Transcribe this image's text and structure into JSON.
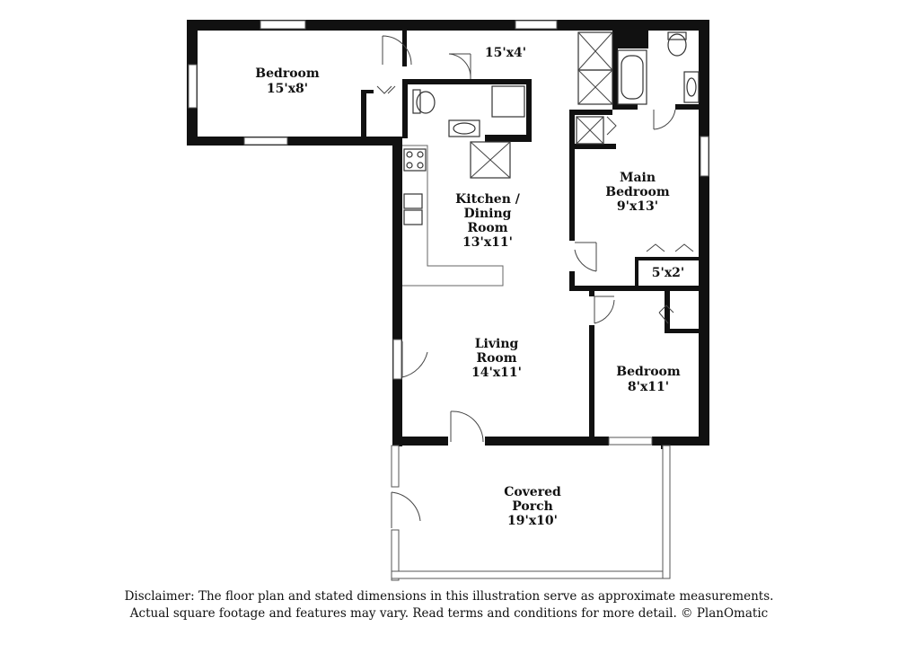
{
  "rooms": {
    "bedroom_top": {
      "name": "Bedroom",
      "size": "15'x8'"
    },
    "hall": {
      "size": "15'x4'"
    },
    "kitchen": {
      "name_line1": "Kitchen /",
      "name_line2": "Dining",
      "name_line3": "Room",
      "size": "13'x11'"
    },
    "main_bedroom": {
      "name_line1": "Main",
      "name_line2": "Bedroom",
      "size": "9'x13'"
    },
    "closet": {
      "size": "5'x2'"
    },
    "living": {
      "name_line1": "Living",
      "name_line2": "Room",
      "size": "14'x11'"
    },
    "bedroom_right": {
      "name": "Bedroom",
      "size": "8'x11'"
    },
    "porch": {
      "name_line1": "Covered",
      "name_line2": "Porch",
      "size": "19'x10'"
    }
  },
  "disclaimer": {
    "line1": "Disclaimer: The floor plan and stated dimensions in this illustration serve as approximate measurements.",
    "line2": "Actual square footage and features may vary. Read terms and conditions for more detail. © PlanOmatic"
  }
}
